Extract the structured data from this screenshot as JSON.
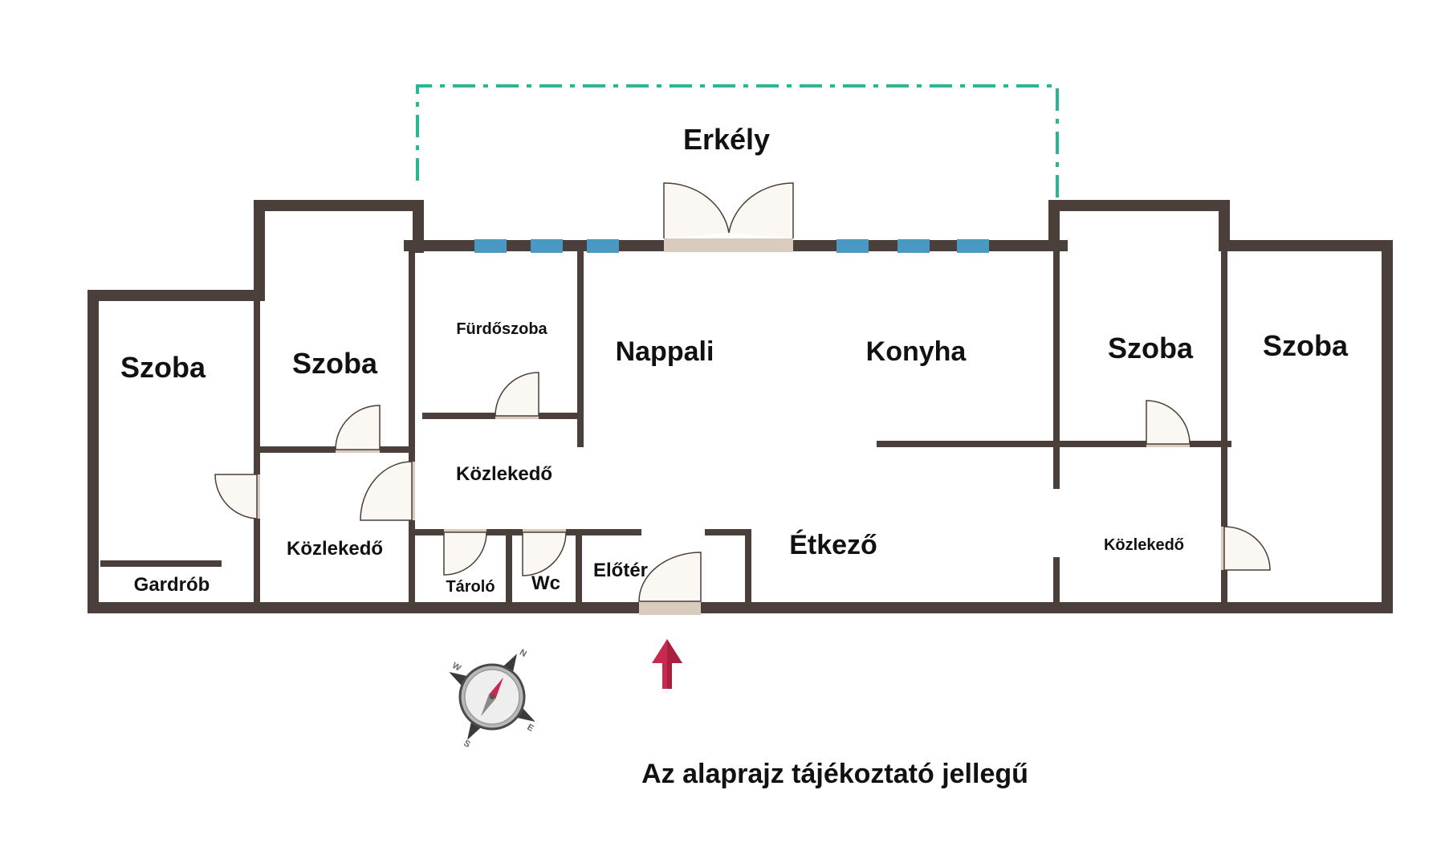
{
  "rooms": {
    "erkely": "Erkély",
    "szoba_1": "Szoba",
    "szoba_2": "Szoba",
    "szoba_3": "Szoba",
    "szoba_4": "Szoba",
    "furdoszoba": "Fürdőszoba",
    "nappali": "Nappali",
    "konyha": "Konyha",
    "kozlekedo_1": "Közlekedő",
    "kozlekedo_2": "Közlekedő",
    "kozlekedo_3": "Közlekedő",
    "etkezo": "Étkező",
    "gardrob": "Gardrób",
    "tarolo": "Tároló",
    "wc": "Wc",
    "eloter": "Előtér"
  },
  "note": "Az alaprajz tájékoztató jellegű",
  "compass": {
    "n": "N",
    "e": "E",
    "s": "S",
    "w": "W"
  },
  "colors": {
    "wall": "#4a3f3a",
    "window": "#4a98c4",
    "balcony_outline": "#2bb592",
    "door_fill": "#fbf7f2",
    "door_threshold": "#d9ccbf",
    "entrance_arrow": "#c8294f"
  },
  "icons": {
    "compass": "compass-icon",
    "entrance": "entrance-arrow-icon"
  }
}
